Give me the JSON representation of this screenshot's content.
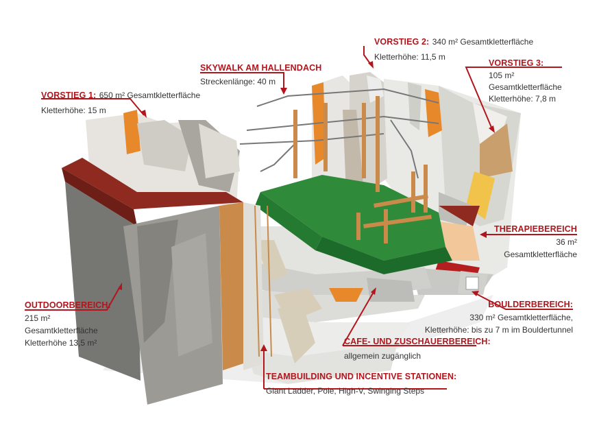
{
  "colors": {
    "callout": "#b3151d",
    "text": "#333333",
    "roof": "#8e2a1f",
    "net": "#2f8a3a",
    "wood": "#c98a4a",
    "orange": "#e7892b",
    "rock": "#8c8c86",
    "concrete": "#d9d9d9"
  },
  "labels": {
    "vorstieg1": {
      "title": "VORSTIEG 1:",
      "detail": "650 m² Gesamtkletterfläche",
      "line2": "Kletterhöhe: 15 m"
    },
    "skywalk": {
      "title": "SKYWALK AM HALLENDACH",
      "line2": "Streckenlänge: 40 m"
    },
    "vorstieg2": {
      "title": "VORSTIEG 2:",
      "detail": "340 m² Gesamtkletterfläche",
      "line2": "Kletterhöhe: 11,5 m"
    },
    "vorstieg3": {
      "title": "VORSTIEG 3:",
      "line2": "105 m²",
      "line3": "Gesamtkletterfläche",
      "line4": "Kletterhöhe: 7,8 m"
    },
    "therapie": {
      "title": "THERAPIEBEREICH",
      "line2": "36 m²",
      "line3": "Gesamtkletterfläche"
    },
    "outdoor": {
      "title": "OUTDOORBEREICH:",
      "line2": "215 m²",
      "line3": "Gesamtkletterfläche",
      "line4": "Kletterhöhe 13,5 m²"
    },
    "boulder": {
      "title": "BOULDERBEREICH:",
      "line2": "330 m² Gesamtkletterfläche,",
      "line3": "Kletterhöhe: bis zu 7 m im Bouldertunnel"
    },
    "cafe": {
      "title": "CAFE- UND ZUSCHAUERBEREICH:",
      "line2": "allgemein zugänglich"
    },
    "teambuilding": {
      "title": "TEAMBUILDING UND INCENTIVE STATIONEN:",
      "line2": "Giant Ladder, Pole, High-V, Swinging Steps"
    }
  }
}
